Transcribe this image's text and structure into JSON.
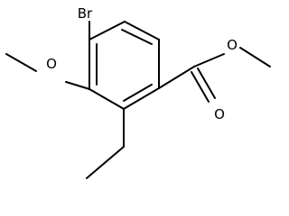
{
  "molecule": {
    "atoms": {
      "bromine": "Br",
      "methoxy_oxygen": "O",
      "carbonyl_oxygen": "O",
      "ester_oxygen": "O"
    }
  },
  "colors": {
    "bond": "#000000",
    "label": "#000000",
    "background": "#ffffff"
  }
}
